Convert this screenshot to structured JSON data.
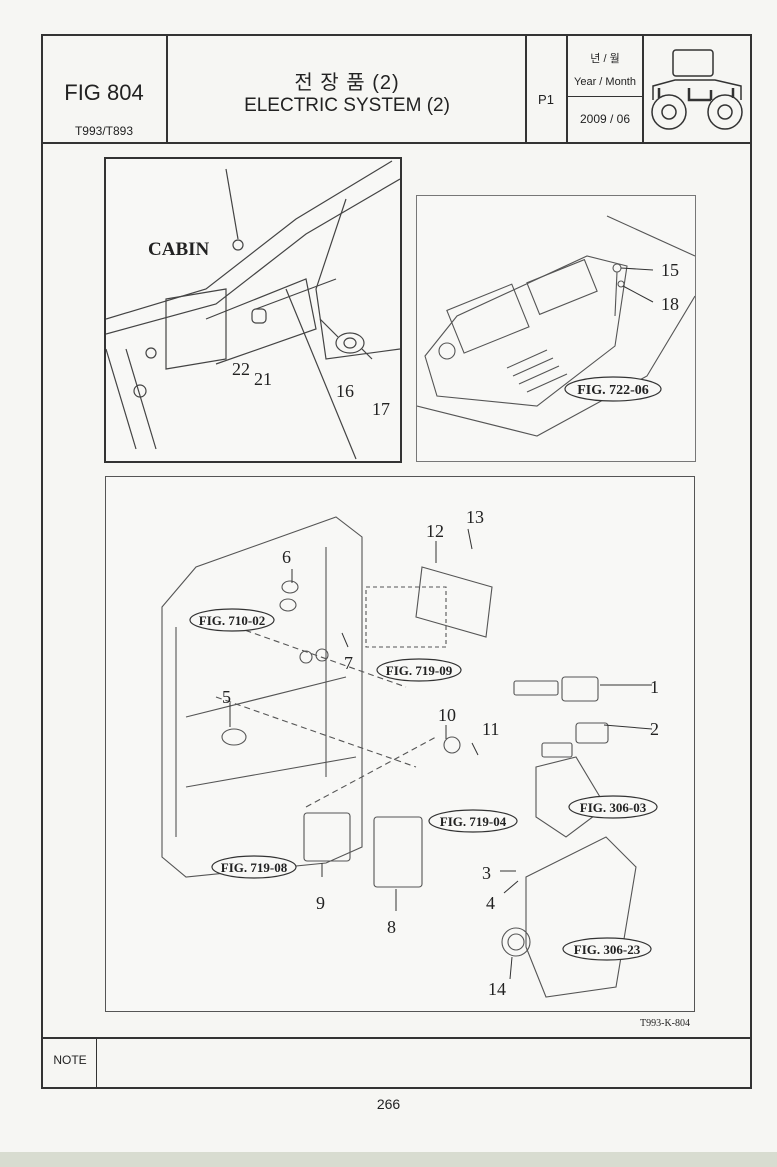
{
  "header": {
    "fig": "FIG 804",
    "model": "T993/T893",
    "title_ko": "전 장 품 (2)",
    "title_en": "ELECTRIC SYSTEM (2)",
    "page": "P1",
    "ym_ko": "년 / 월",
    "ym_en": "Year / Month",
    "date": "2009 / 06"
  },
  "top_left": {
    "cabin_label": "CABIN",
    "callouts": [
      "22",
      "21",
      "16",
      "17"
    ]
  },
  "top_right": {
    "callouts": [
      "15",
      "18"
    ],
    "ref": "FIG. 722-06"
  },
  "main": {
    "callouts": [
      "13",
      "12",
      "6",
      "7",
      "5",
      "1",
      "2",
      "10",
      "11",
      "3",
      "4",
      "9",
      "8",
      "14"
    ],
    "refs": [
      "FIG. 710-02",
      "FIG. 719-09",
      "FIG. 306-03",
      "FIG. 719-04",
      "FIG. 719-08",
      "FIG. 306-23"
    ],
    "drawing_code": "T993-K-804"
  },
  "footer": {
    "note": "NOTE",
    "page_number": "266"
  }
}
